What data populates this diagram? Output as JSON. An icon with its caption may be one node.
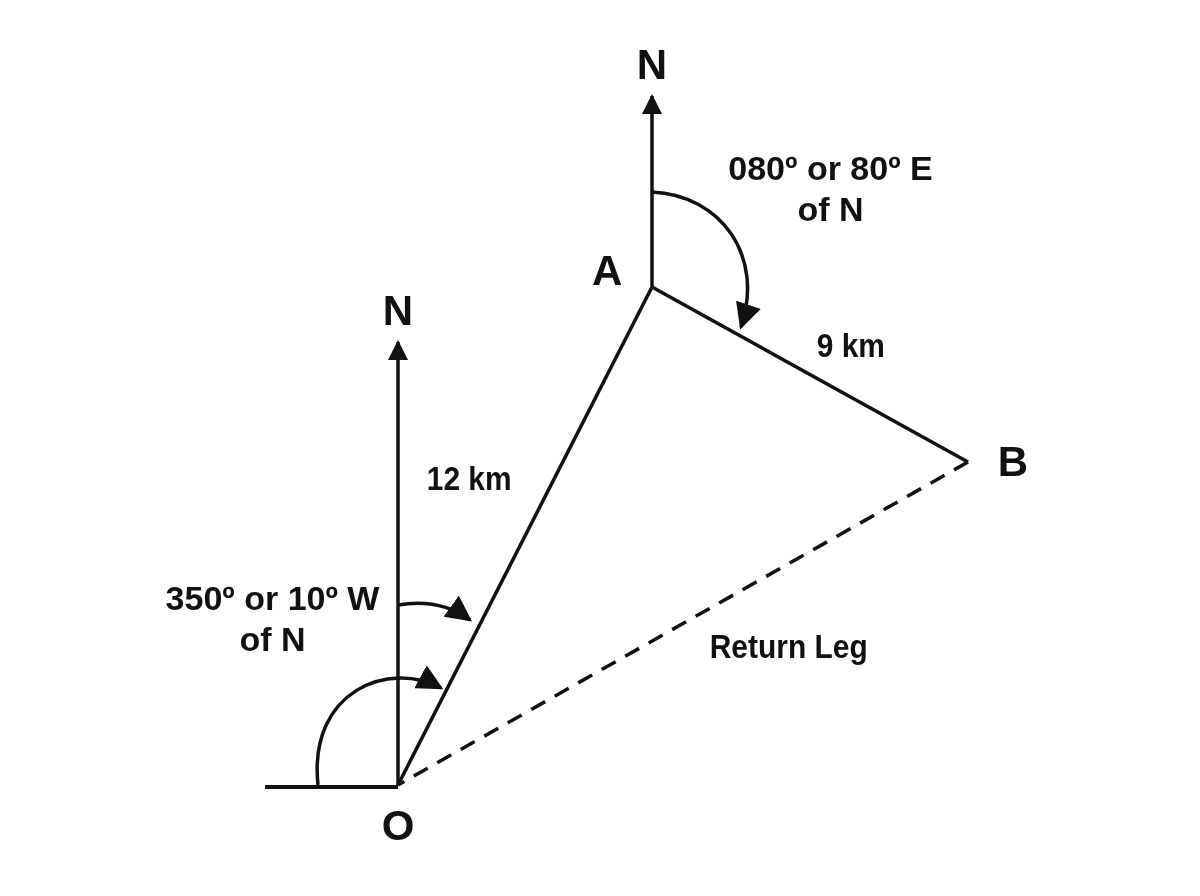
{
  "diagram": {
    "nodes": [
      {
        "text": [
          "O"
        ]
      },
      {
        "text": [
          "A"
        ]
      },
      {
        "text": [
          "B"
        ]
      },
      {
        "text": [
          "N"
        ]
      },
      {
        "text": [
          "N"
        ]
      }
    ],
    "edges": [
      {
        "from": 0,
        "to": 1,
        "arrow": "none",
        "label": "12 km"
      },
      {
        "from": 1,
        "to": 2,
        "arrow": "none",
        "label": "9 km"
      },
      {
        "from": 2,
        "to": 0,
        "arrow": "none",
        "label": "Return Leg",
        "style": "dashed"
      },
      {
        "from": 0,
        "to": 3,
        "arrow": "to"
      },
      {
        "from": 1,
        "to": 4,
        "arrow": "to"
      }
    ],
    "labels": [
      "350º or 10º W of N",
      "080º or 80º E of N"
    ]
  }
}
